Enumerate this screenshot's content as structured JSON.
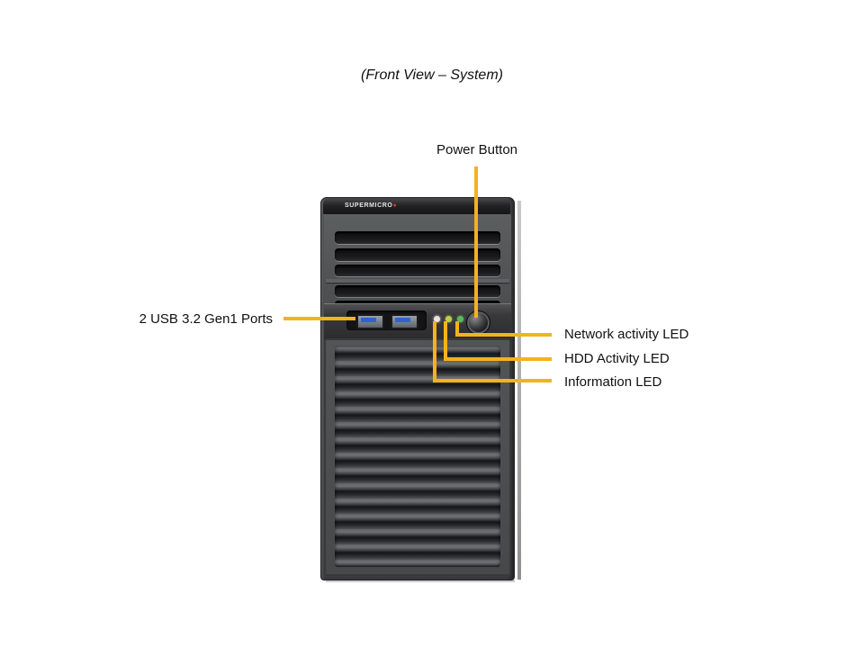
{
  "title": "(Front View – System)",
  "tower": {
    "logo_text": "SUPERMICRO",
    "usb_port_count": 2,
    "led_count": 3
  },
  "callouts": {
    "power_button": "Power Button",
    "usb_ports": "2 USB 3.2 Gen1 Ports",
    "network_led": "Network activity LED",
    "hdd_led": "HDD Activity LED",
    "info_led": "Information LED"
  },
  "colors": {
    "callout_line": "#F2B31C",
    "network_led": "#5CB85F",
    "hdd_led": "#BCCF52",
    "info_led": "#EDE4DE",
    "usb_tongue": "#2C63CF",
    "text": "#111111"
  }
}
